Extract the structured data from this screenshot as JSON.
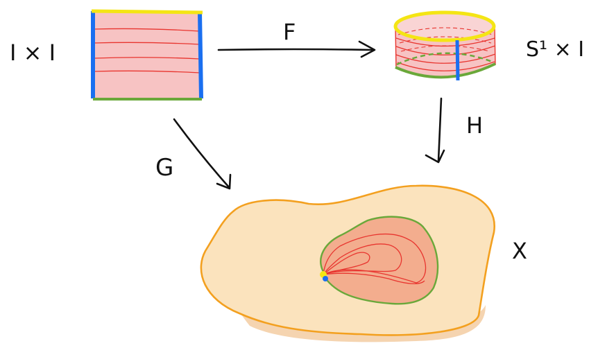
{
  "labels": {
    "square": "I × I",
    "cylinder": "S¹ × I",
    "map_f": "F",
    "map_g": "G",
    "map_h": "H",
    "space": "X"
  },
  "colors": {
    "fill_pink": "#f7c3c3",
    "line_red": "#e8352f",
    "edge_blue": "#1a6ff0",
    "edge_yellow": "#f4e514",
    "edge_green": "#6aa83a",
    "x_fill": "#fbe3bd",
    "x_border": "#f3a01f",
    "x_shadow": "#f5d4b0",
    "inner_fill": "#f3ad8e"
  }
}
